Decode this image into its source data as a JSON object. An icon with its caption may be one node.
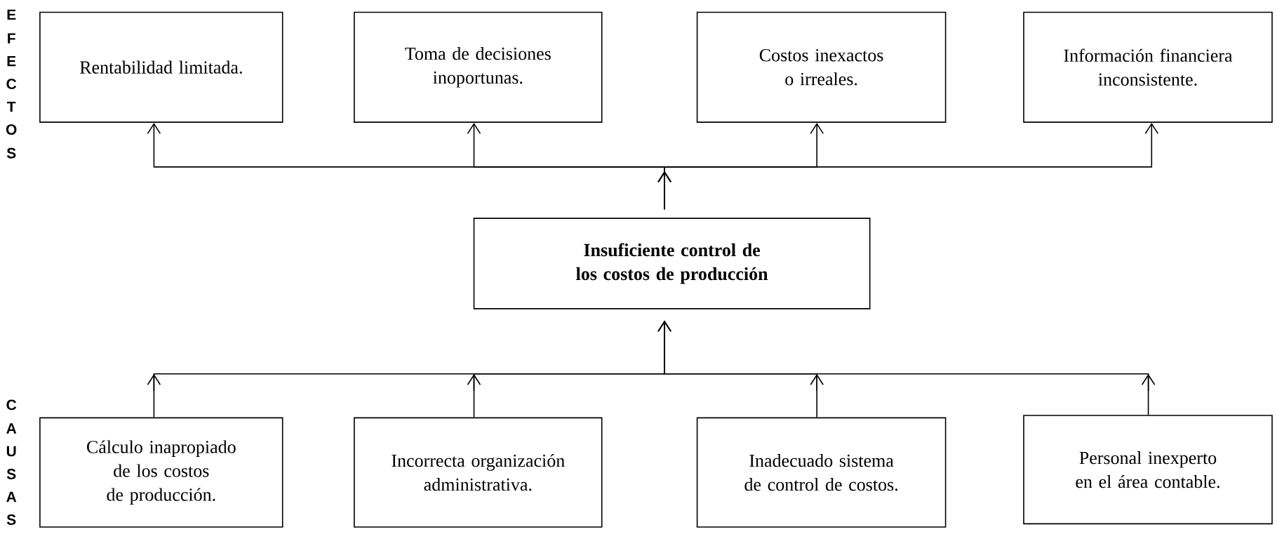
{
  "diagram": {
    "nodes": [
      {
        "text": [
          "Rentabilidad limitada."
        ]
      },
      {
        "text": [
          "Toma de decisiones inoportunas."
        ]
      },
      {
        "text": [
          "Costos inexactos o irreales."
        ]
      },
      {
        "text": [
          "Información financiera inconsistente."
        ]
      },
      {
        "text": [
          "**Insuficiente control de los costos de producción**"
        ]
      },
      {
        "text": [
          "Cálculo inapropiado de los costos de producción."
        ]
      },
      {
        "text": [
          "Incorrecta organización administrativa."
        ]
      },
      {
        "text": [
          "Inadecuado sistema de control de costos."
        ]
      },
      {
        "text": [
          "Personal inexperto en el área contable."
        ]
      }
    ],
    "edges": [
      {
        "from": 4,
        "to": 0,
        "arrow": "to"
      },
      {
        "from": 4,
        "to": 1,
        "arrow": "to"
      },
      {
        "from": 4,
        "to": 2,
        "arrow": "to"
      },
      {
        "from": 4,
        "to": 3,
        "arrow": "to"
      },
      {
        "from": 5,
        "to": 4,
        "arrow": "to"
      },
      {
        "from": 6,
        "to": 4,
        "arrow": "to"
      },
      {
        "from": 7,
        "to": 4,
        "arrow": "to"
      },
      {
        "from": 8,
        "to": 4,
        "arrow": "to"
      }
    ],
    "labels": [
      "E",
      "F",
      "E",
      "C",
      "T",
      "O",
      "S",
      "C",
      "A",
      "U",
      "S",
      "A",
      "S"
    ]
  }
}
